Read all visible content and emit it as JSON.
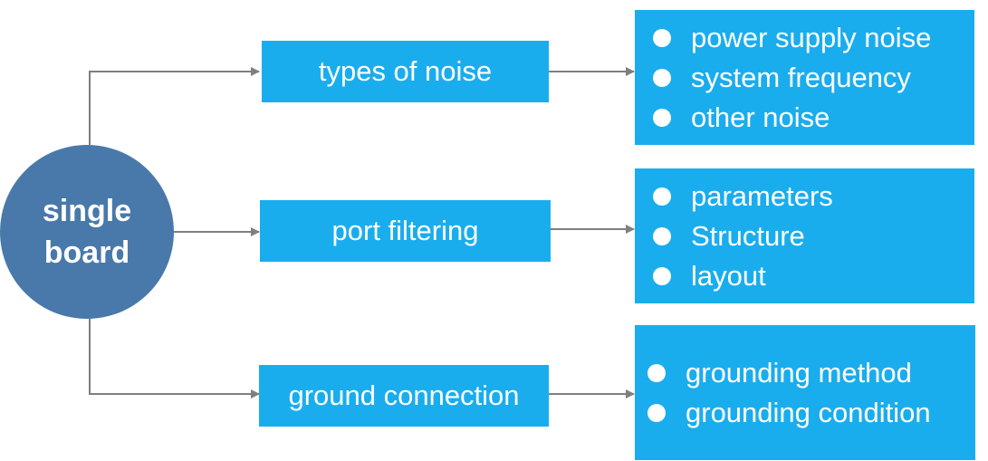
{
  "root": {
    "line1": "single",
    "line2": "board"
  },
  "branches": [
    {
      "label": "types of noise",
      "items": [
        "power supply noise",
        "system frequency",
        "other noise"
      ]
    },
    {
      "label": "port filtering",
      "items": [
        "parameters",
        "Structure",
        "layout"
      ]
    },
    {
      "label": "ground connection",
      "items": [
        "grounding method",
        "grounding condition"
      ]
    }
  ],
  "colors": {
    "root_fill": "#4879aa",
    "box_fill": "#1aadee",
    "connector": "#7f7f7f",
    "text": "#ffffff"
  }
}
